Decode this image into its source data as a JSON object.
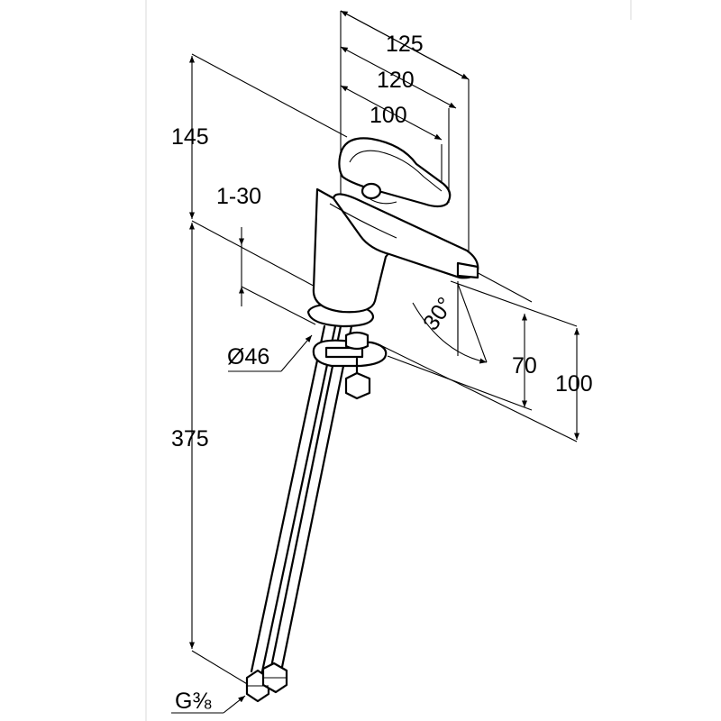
{
  "dimensions": {
    "spout_reach_125": "125",
    "spout_reach_120": "120",
    "spout_reach_100": "100",
    "height_above_base": "145",
    "deck_thickness": "1-30",
    "base_diameter": "Ø46",
    "hose_length": "375",
    "spray_angle": "30°",
    "outlet_height_70": "70",
    "outlet_height_100": "100",
    "connection_thread": "G⅜"
  },
  "colors": {
    "line": "#000000",
    "background": "#ffffff",
    "frame": "#d8d8d8"
  }
}
